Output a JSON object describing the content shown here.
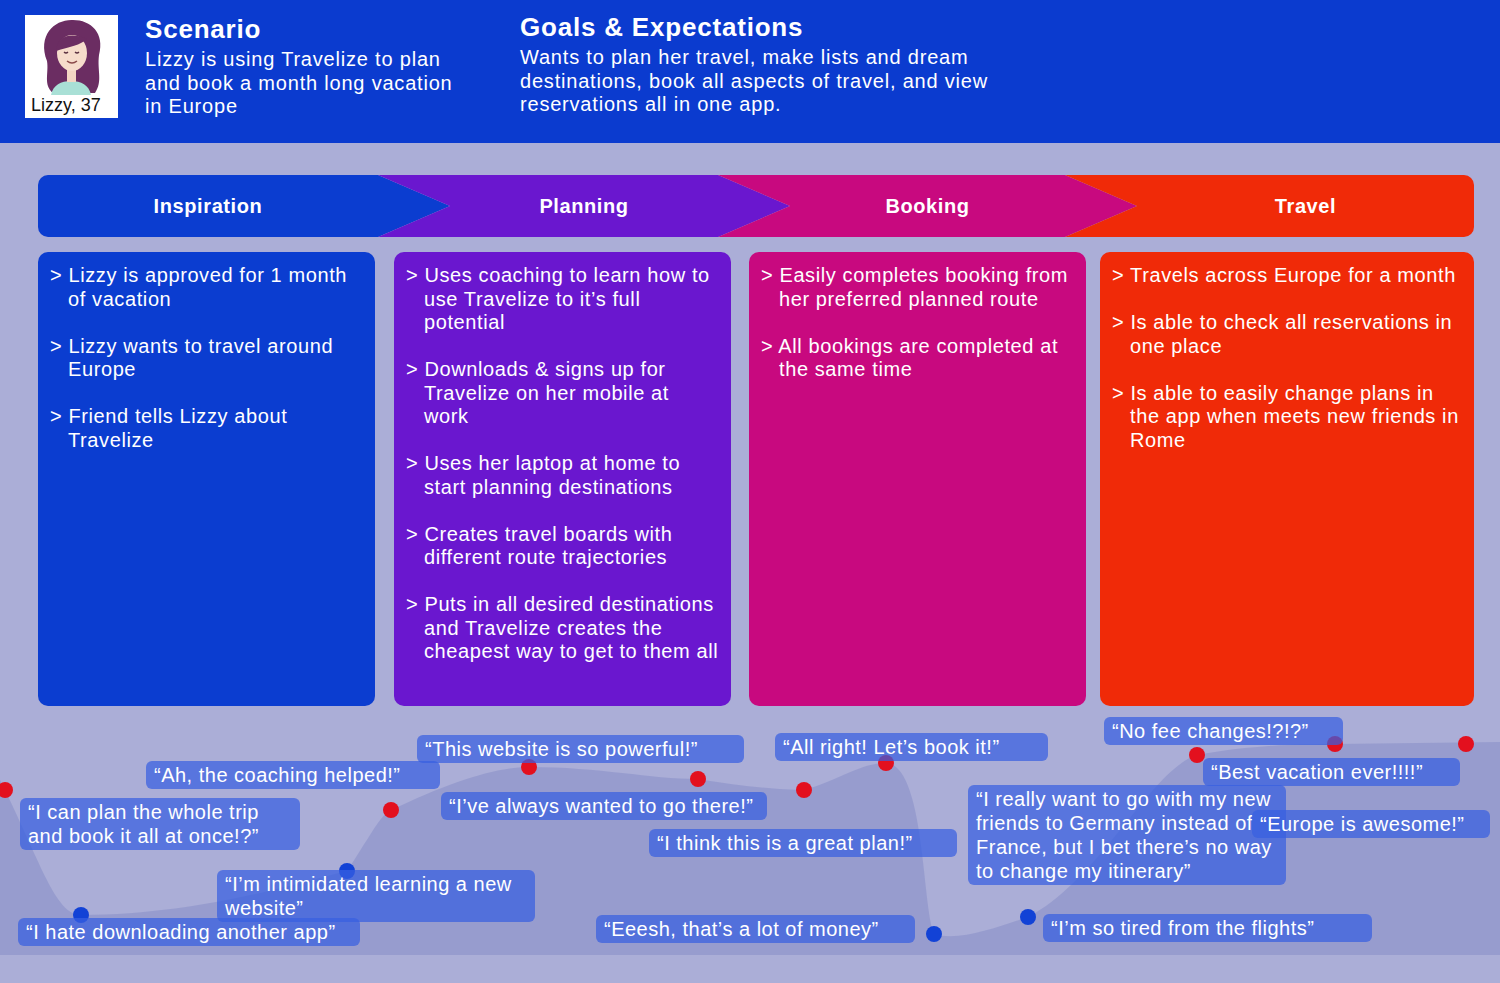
{
  "diagram": {
    "nodes": [
      {
        "text": [
          "Lizzy, 37"
        ]
      },
      {
        "text": [
          "Inspiration"
        ]
      },
      {
        "text": [
          "Planning"
        ]
      },
      {
        "text": [
          "Booking"
        ]
      },
      {
        "text": [
          "Travel"
        ]
      },
      {
        "text": [
          "> Lizzy is approved for 1 month of vacation",
          "> Lizzy wants to travel around Europe",
          "> Friend tells Lizzy about Travelize"
        ]
      },
      {
        "text": [
          "> Uses coaching to learn how to use Travelize to it’s full potential",
          "> Downloads & signs up for Travelize on her mobile at work",
          "> Uses her laptop at home to start planning destinations",
          "> Creates travel boards with different route trajectories",
          "> Puts in all desired destinations and Travelize creates the cheapest way to get to them all"
        ]
      },
      {
        "text": [
          "> Easily completes booking from her preferred planned route",
          "> All bookings are completed at the same time"
        ]
      },
      {
        "text": [
          "> Travels across Europe for a month",
          "> Is able to check all reservations in one place",
          "> Is able to easily change plans in the app when meets new friends in Rome"
        ]
      },
      {
        "text": [
          "“I can plan the whole trip and book it all at once!?”"
        ]
      },
      {
        "text": [
          "“I hate downloading another app”"
        ]
      },
      {
        "text": [
          "“Ah, the coaching helped!”"
        ]
      },
      {
        "text": [
          "“I’m intimidated learning a new website”"
        ]
      },
      {
        "text": [
          "“This website is so powerful!”"
        ]
      },
      {
        "text": [
          "“I’ve always wanted to go there!”"
        ]
      },
      {
        "text": [
          "“I think this is a great plan!”"
        ]
      },
      {
        "text": [
          "“All right! Let’s book it!”"
        ]
      },
      {
        "text": [
          "“Eeesh, that’s a lot of money”"
        ]
      },
      {
        "text": [
          "“No fee changes!?!?”"
        ]
      },
      {
        "text": [
          "“I really want to go with my new friends to Germany instead of France, but I bet there’s no way to change my itinerary”"
        ]
      },
      {
        "text": [
          "“Best vacation ever!!!!”"
        ]
      },
      {
        "text": [
          "“Europe is awesome!”"
        ]
      },
      {
        "text": [
          "“I’m so tired from the flights”"
        ]
      }
    ],
    "labels": [
      "Scenario",
      "Lizzy is using Travelize to plan and book a month long vacation in Europe",
      "Goals & Expectations",
      "Wants to plan her travel, make lists and dream destinations, book all aspects of travel, and view reservations all in one app."
    ]
  }
}
